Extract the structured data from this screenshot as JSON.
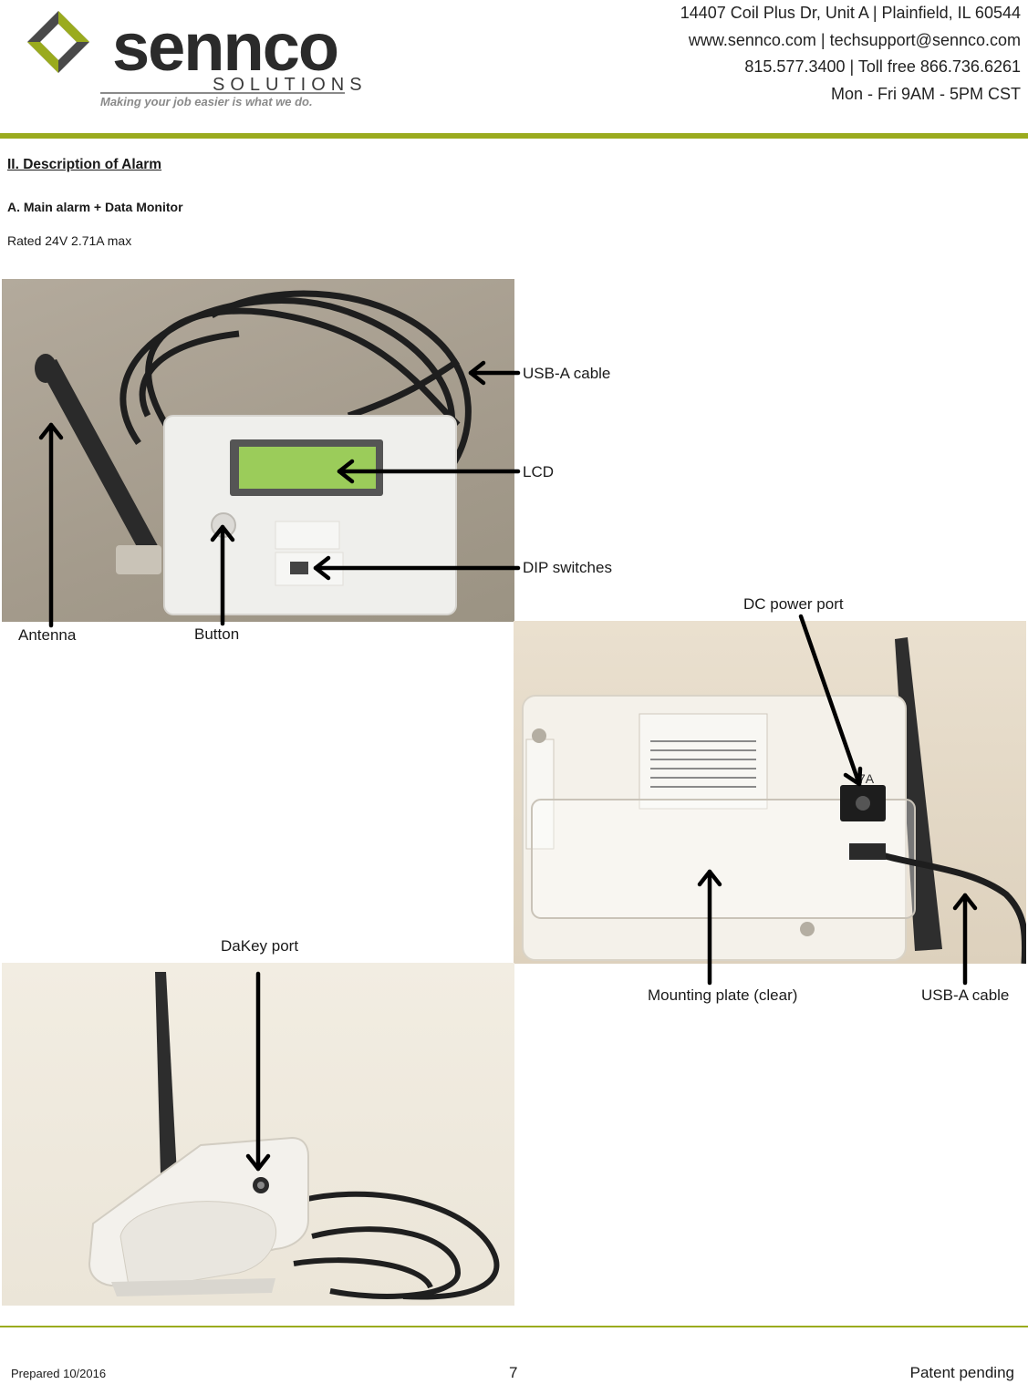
{
  "header": {
    "logo_word": "sennco",
    "logo_sub": "SOLUTIONS",
    "logo_tagline": "Making your job easier is what we do.",
    "address": "14407 Coil Plus Dr, Unit A | Plainfield, IL 60544",
    "web_email": "www.sennco.com | techsupport@sennco.com",
    "phones": "815.577.3400 | Toll free 866.736.6261",
    "hours": "Mon - Fri 9AM - 5PM CST"
  },
  "section": {
    "title": "II.  Description of Alarm",
    "subtitle": "A.  Main alarm + Data Monitor",
    "rating": "Rated 24V 2.71A max"
  },
  "callouts": {
    "usb_a_cable_top": "USB-A cable",
    "lcd": "LCD",
    "dip_switches": "DIP switches",
    "antenna": "Antenna",
    "button": "Button",
    "dc_power_port": "DC power port",
    "mounting_plate": "Mounting plate (clear)",
    "usb_a_cable_bottom": "USB-A cable",
    "dakey_port": "DaKey port"
  },
  "device_text": {
    "power_rating_mark": "7A"
  },
  "footer": {
    "prepared": "Prepared 10/2016",
    "page": "7",
    "patent": "Patent pending"
  },
  "colors": {
    "accent_rule": "#9aab1e",
    "logo_green": "#9aab1e",
    "logo_gray": "#4a4a4a",
    "lcd_green": "#9bcc5a"
  }
}
